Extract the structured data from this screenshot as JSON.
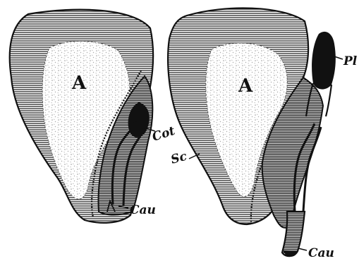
{
  "colors": {
    "ink": "#111111",
    "paper": "#ffffff",
    "hatch": "#2a2a2a",
    "speckle": "#9a9a9a"
  },
  "labels": {
    "a_left": "A",
    "a_right": "A",
    "cot": "Cot",
    "cau_left": "Cau",
    "sc": "Sc",
    "pl": "Pl",
    "cau_right": "Cau"
  }
}
